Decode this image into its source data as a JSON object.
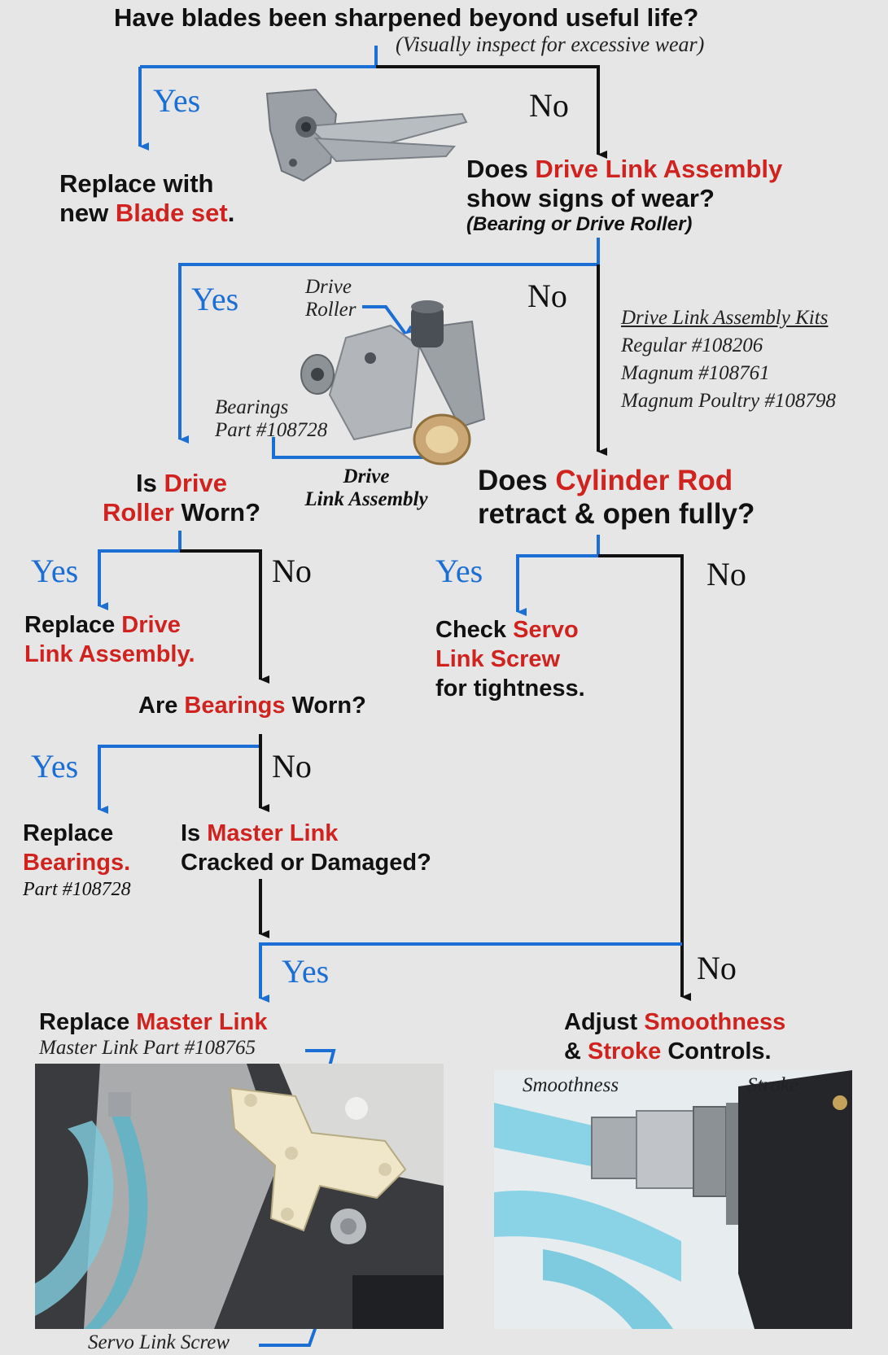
{
  "q1": {
    "title": "Have blades been sharpened beyond useful life?",
    "hint": "(Visually inspect for excessive wear)"
  },
  "a1": {
    "yes": "Yes",
    "no": "No"
  },
  "r1": {
    "line1": "Replace with",
    "line2_pre": "new ",
    "line2_red": "Blade set",
    "line2_post": "."
  },
  "q2": {
    "l1_pre": "Does ",
    "l1_red": "Drive Link Assembly",
    "l2": "show signs of wear?",
    "l3": "(Bearing or Drive Roller)"
  },
  "a2": {
    "yes": "Yes",
    "no": "No"
  },
  "kits": {
    "title": "Drive Link Assembly Kits",
    "regular": "Regular   #108206",
    "magnum": "Magnum #108761",
    "poultry": "Magnum Poultry #108798"
  },
  "drive_photo": {
    "roller_1": "Drive",
    "roller_2": "Roller",
    "bear_1": "Bearings",
    "bear_2": "Part #108728",
    "link_1": "Drive",
    "link_2": "Link Assembly"
  },
  "q3": {
    "l1_pre": "Is ",
    "l1_red": "Drive",
    "l2_red": "Roller",
    "l2_post": " Worn?"
  },
  "a3": {
    "yes": "Yes",
    "no": "No"
  },
  "r3": {
    "l1_pre": "Replace ",
    "l1_red": "Drive",
    "l2_red": "Link Assembly."
  },
  "q4": {
    "l1_pre": "Does ",
    "l1_red": "Cylinder Rod",
    "l2": "retract & open fully?"
  },
  "a4": {
    "yes": "Yes",
    "no": "No"
  },
  "r4": {
    "l1_pre": "Check ",
    "l1_red": "Servo",
    "l2_red": "Link Screw",
    "l3": "for tightness."
  },
  "q5": {
    "pre": "Are ",
    "red": "Bearings",
    "post": " Worn?"
  },
  "a5": {
    "yes": "Yes",
    "no": "No"
  },
  "r5": {
    "l1": "Replace",
    "l2_red": "Bearings.",
    "part": "Part #108728"
  },
  "q6": {
    "l1_pre": "Is ",
    "l1_red": "Master Link",
    "l2": "Cracked or Damaged?"
  },
  "a6": {
    "yes": "Yes",
    "no": "No"
  },
  "r6": {
    "pre": "Replace ",
    "red": "Master Link",
    "part": "Master Link Part #108765",
    "screw": "Servo Link Screw"
  },
  "r7": {
    "l1_pre": "Adjust ",
    "l1_red": "Smoothness",
    "l2_pre": "& ",
    "l2_red": "Stroke",
    "l2_post": " Controls.",
    "smooth_label": "Smoothness",
    "stroke_label": "Stroke"
  },
  "colors": {
    "yes_blue": "#1b6fd4",
    "accent_red": "#d0231f",
    "text": "#111111",
    "background": "#e6e6e6"
  }
}
